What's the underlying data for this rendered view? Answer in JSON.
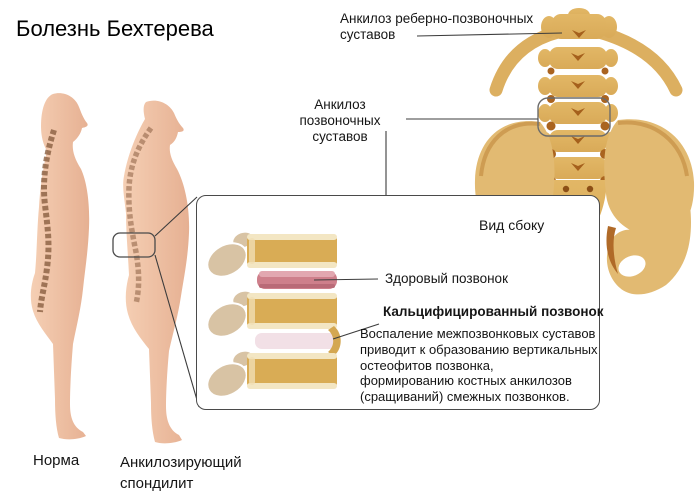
{
  "title": "Болезнь Бехтерева",
  "left_figures": {
    "normal_caption": "Норма",
    "spondylitis_caption": "Анкилозирующий\nспондилит"
  },
  "annotations": {
    "costovertebral": "Анкилоз реберно-позвоночных\nсуставов",
    "vertebral": "Анкилоз\nпозвоночных суставов"
  },
  "detail_panel": {
    "view_label": "Вид сбоку",
    "healthy_vertebra": "Здоровый позвонок",
    "calcified_vertebra": "Кальцифицированный позвонок",
    "description": "Воспаление межпозвонковых суставов\nприводит к образованию вертикальных\nостеофитов позвонка,\nформированию костных анкилозов\n(сращиваний) смежных позвонков."
  },
  "colors": {
    "bone": "#DDB062",
    "bone_light": "#E6C07A",
    "bone_shade": "#C9954A",
    "joint_dark": "#A5601C",
    "skin_light": "#F5CFB4",
    "skin_dark": "#E6B092",
    "spine_brown": "#8A5F41",
    "disc_healthy": "#CE7F8B",
    "disc_healthy_light": "#E2A7B0",
    "disc_calcified": "#F2E0E6",
    "process_tan": "#D8C3A4",
    "endplate_cream": "#F3E6C3",
    "line": "#3C3C3C"
  }
}
